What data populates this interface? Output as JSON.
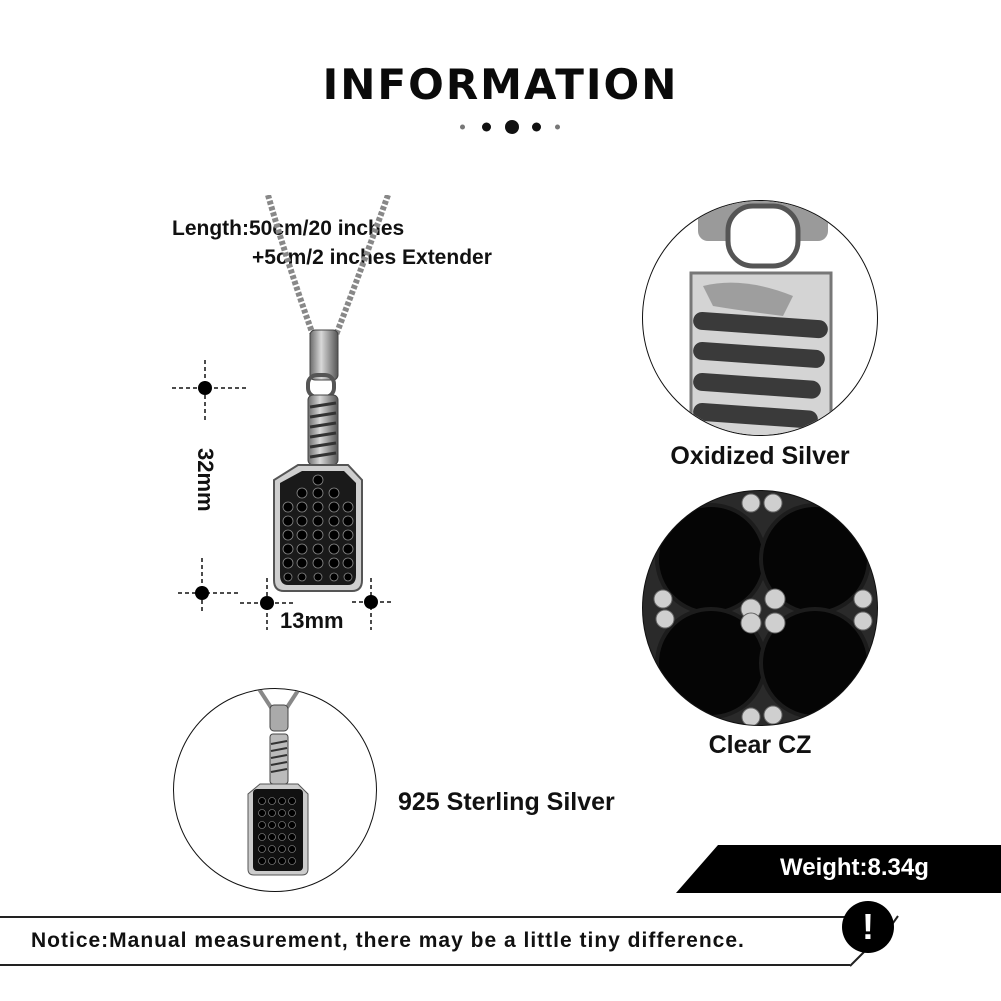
{
  "header": {
    "title": "INFORMATION",
    "divider_dots": [
      5,
      9,
      14,
      9,
      5
    ]
  },
  "specs": {
    "length_line1": "Length:50cm/20 inches",
    "length_line2": "+5cm/2 inches Extender",
    "height_label": "32mm",
    "width_label": "13mm",
    "weight": "Weight:8.34g"
  },
  "features": [
    {
      "caption": "Oxidized Silver",
      "icon": "oxidized-silver-closeup"
    },
    {
      "caption": "Clear CZ",
      "icon": "clear-cz-closeup"
    },
    {
      "caption": "925 Sterling Silver",
      "icon": "pendant-thumbnail"
    }
  ],
  "notice": {
    "text": "Notice:Manual measurement, there may be a little tiny difference.",
    "icon_glyph": "!"
  },
  "colors": {
    "text": "#111111",
    "banner": "#000000",
    "background": "#ffffff"
  }
}
